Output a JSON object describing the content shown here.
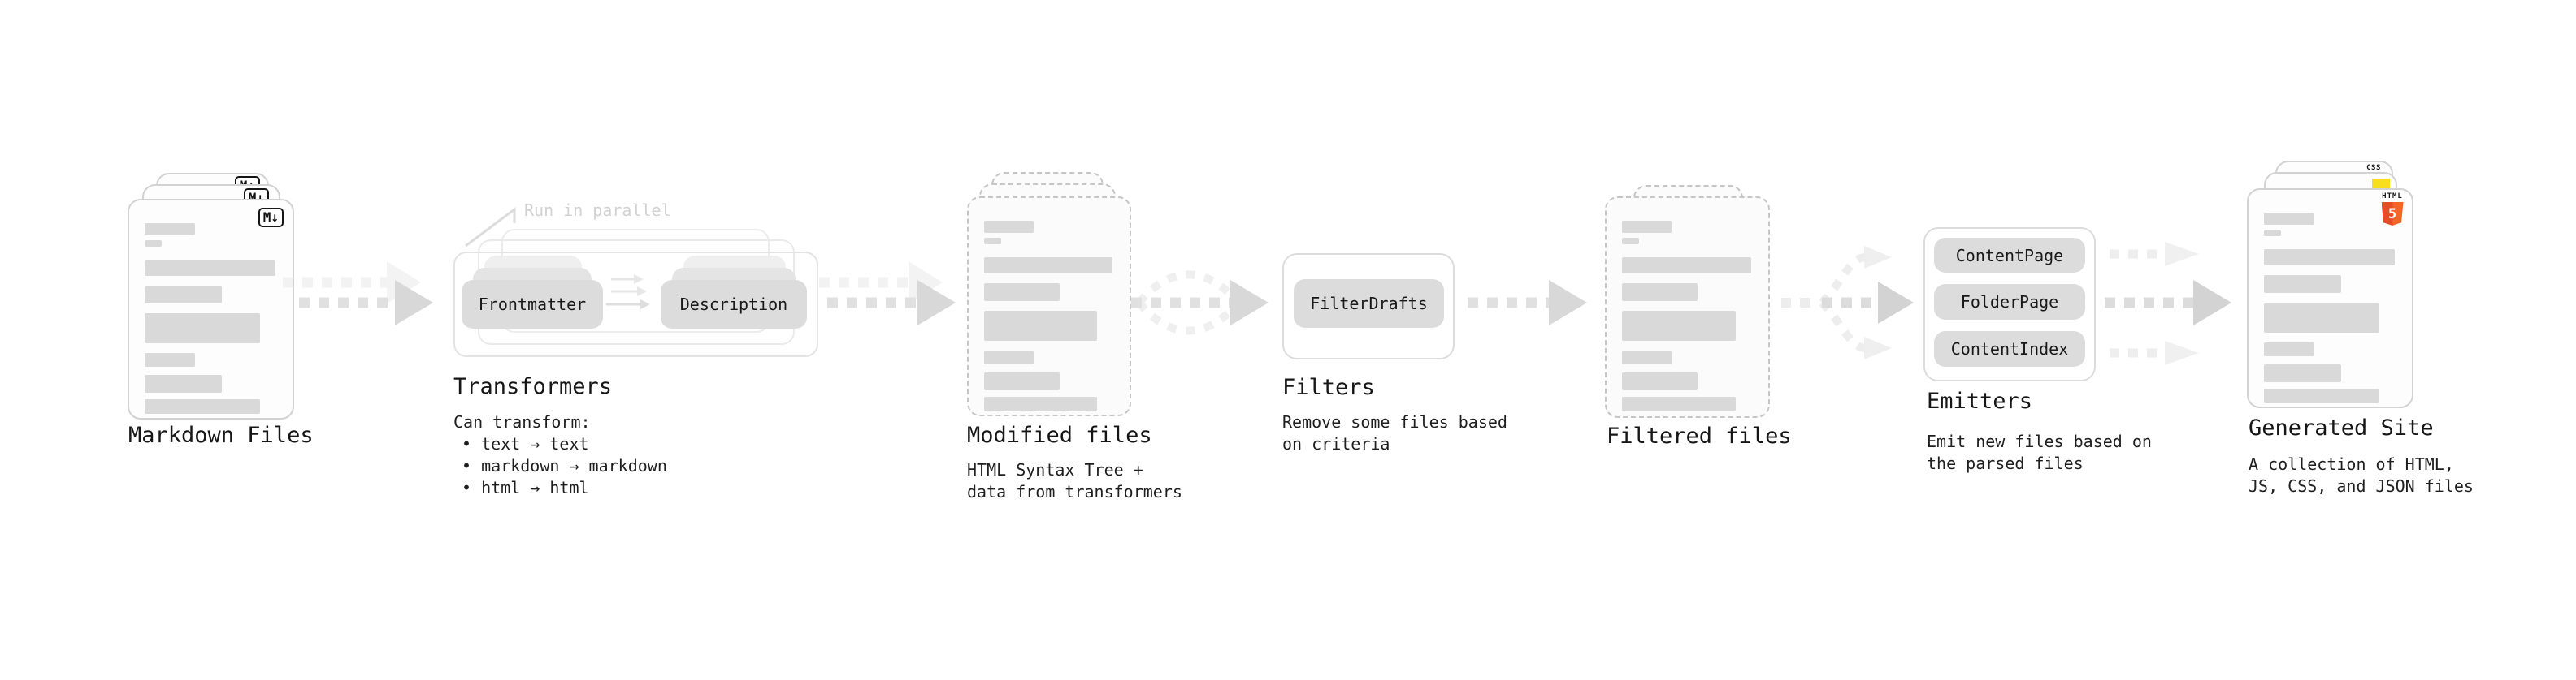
{
  "stages": {
    "markdown": {
      "title": "Markdown Files",
      "badge": "M↓"
    },
    "transformers": {
      "title": "Transformers",
      "callout": "Run in parallel",
      "pill_left": "Frontmatter",
      "pill_right": "Description",
      "desc_heading": "Can transform:",
      "bullets": [
        "• text → text",
        "• markdown → markdown",
        "• html → html"
      ]
    },
    "modified": {
      "title": "Modified files",
      "desc_lines": [
        "HTML Syntax Tree +",
        "data from transformers"
      ]
    },
    "filters": {
      "title": "Filters",
      "pill": "FilterDrafts",
      "desc_lines": [
        "Remove some files based",
        "on criteria"
      ]
    },
    "filtered": {
      "title": "Filtered files"
    },
    "emitters": {
      "title": "Emitters",
      "pills": [
        "ContentPage",
        "FolderPage",
        "ContentIndex"
      ],
      "desc_lines": [
        "Emit new files based on",
        "the parsed files"
      ]
    },
    "generated": {
      "title": "Generated Site",
      "desc_lines": [
        "A collection of HTML,",
        "JS, CSS, and JSON files"
      ],
      "badges": {
        "css": "CSS",
        "html_word": "HTML",
        "html_number": "5"
      }
    }
  },
  "colors": {
    "html5_orange": "#e44d26",
    "js_yellow": "#f7df1e",
    "css_blue": "#2965f1",
    "skeleton_gray": "#d9d9d9",
    "arrow_gray": "#d8d8d8"
  }
}
